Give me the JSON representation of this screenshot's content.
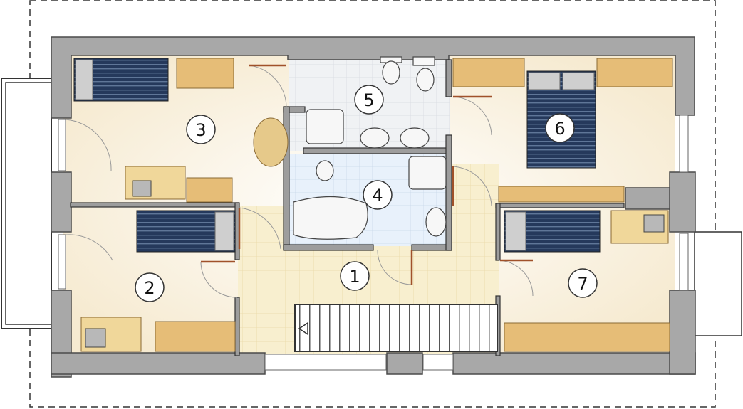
{
  "rooms": [
    {
      "number": "1",
      "kind": "hall"
    },
    {
      "number": "2",
      "kind": "bedroom"
    },
    {
      "number": "3",
      "kind": "bedroom"
    },
    {
      "number": "4",
      "kind": "bathroom"
    },
    {
      "number": "5",
      "kind": "bathroom"
    },
    {
      "number": "6",
      "kind": "master-bedroom"
    },
    {
      "number": "7",
      "kind": "bedroom"
    }
  ],
  "colors": {
    "wall": "#a7a7a7",
    "wall_edge": "#4a4a4a",
    "floor": "#fbf3dc",
    "hall_tile": "#f7ecc9",
    "bath_tile": "#e6f0fb",
    "wc_tile": "#eef1f3",
    "wardrobe": "#e6bd77",
    "desk": "#f0d79a",
    "bed_cover": "#263b5e",
    "door_frame": "#a0512a",
    "stairs": "#888888",
    "outline": "#333333"
  }
}
